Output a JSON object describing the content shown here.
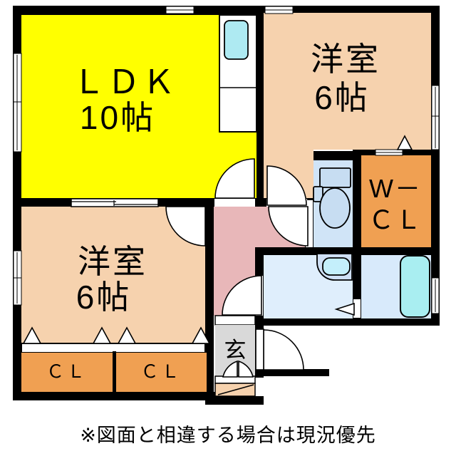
{
  "plan": {
    "note": "※図面と相違する場合は現況優先",
    "rooms": {
      "ldk": {
        "name": "ＬＤＫ",
        "size": "10帖"
      },
      "western_top": {
        "name": "洋室",
        "size": "6帖"
      },
      "western_bottom": {
        "name": "洋室",
        "size": "6帖"
      },
      "wcl": {
        "line1": "W－",
        "line2": "ＣＬ"
      },
      "closet_left": {
        "label": "ＣＬ"
      },
      "closet_right": {
        "label": "ＣＬ"
      },
      "entrance": {
        "label": "玄"
      }
    },
    "colors": {
      "wall": "#000000",
      "ldk": "#ffff00",
      "western_room": "#f6d2ae",
      "hallway": "#e8b7b9",
      "closet": "#f0a052",
      "toilet_floor": "#d0e4f7",
      "washroom_floor": "#dfeefc",
      "bathroom_floor": "#d8eafb",
      "fixture_blue": "#c7ddf2",
      "sink_cyan": "#aeeaf2",
      "tub_cyan": "#a9eef1",
      "basin_body": "#cfe0f5",
      "basin_bowl": "#c4effb",
      "entrance_floor": "#d9d9d9",
      "step": "#f6d2ae",
      "opening_white": "#ffffff"
    },
    "icons": {
      "kitchen_sink": "kitchen-sink-icon",
      "toilet": "toilet-icon",
      "washbasin": "washbasin-icon",
      "bathtub": "bathtub-icon",
      "door_swing": "door-swing-arc-icon",
      "sliding_door": "sliding-door-triangle-icon"
    }
  }
}
